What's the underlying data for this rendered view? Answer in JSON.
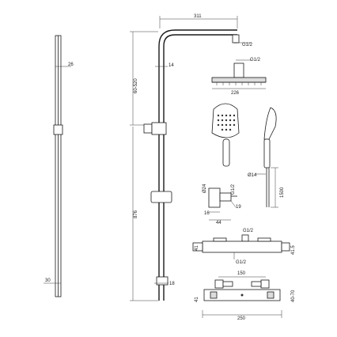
{
  "labels": {
    "arm_length": "311",
    "arm_thread": "G1/2",
    "rail_width_top": "26",
    "arm_pipe_dia": "14",
    "adjust_range": "60-520",
    "head_thread": "G1/2",
    "head_width": "226",
    "total_height": "876",
    "rail_width_bottom": "30",
    "rail_dia_bottom": "18",
    "hose_dia": "Ø14",
    "hose_length": "1500",
    "holder_dia": "Ø24",
    "holder_thread": "G1/2",
    "holder_depth": "16",
    "holder_width": "44",
    "holder_height": "19",
    "valve_thread_top": "G1/2",
    "valve_height_left": "41",
    "valve_height_right": "41.5",
    "valve_thread_bottom": "G1/2",
    "valve_spacing": "150",
    "valve_height_front": "41",
    "valve_offset": "40-70",
    "valve_width": "250"
  },
  "colors": {
    "line": "#1a1a1a",
    "dimension": "#3a3a3a",
    "fill": "#dcdcdc"
  }
}
